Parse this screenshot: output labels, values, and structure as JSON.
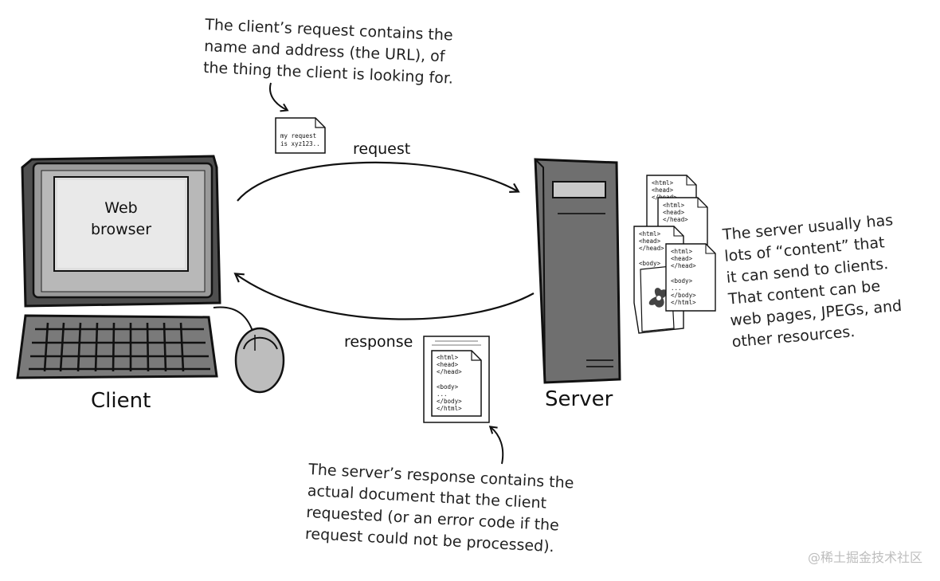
{
  "labels": {
    "web_browser_line1": "Web",
    "web_browser_line2": "browser",
    "client": "Client",
    "server": "Server",
    "request": "request",
    "response": "response"
  },
  "notes": {
    "request_note": [
      "The client’s request contains the",
      "name and address (the URL), of",
      "the thing the client is looking for."
    ],
    "server_note": [
      "The server usually has",
      "lots of  “content” that",
      "it can send to clients.",
      "That content can be",
      "web pages, JPEGs, and",
      "other resources."
    ],
    "response_note": [
      "The server’s response contains the",
      "actual document that the client",
      "requested (or an error code if the",
      "request could not be processed)."
    ]
  },
  "request_doc": [
    "my request",
    "is xyz123.."
  ],
  "html_doc": [
    "<html>",
    "<head>",
    "</head>",
    "",
    "<body>",
    "...",
    "</body>",
    "</html>"
  ],
  "watermark": "@稀土掘金技术社区",
  "colors": {
    "screen_gray": "#8d8d8d",
    "bezel_gray": "#5c5c5c",
    "tower_gray": "#6f6f6f",
    "ink": "#111111"
  }
}
